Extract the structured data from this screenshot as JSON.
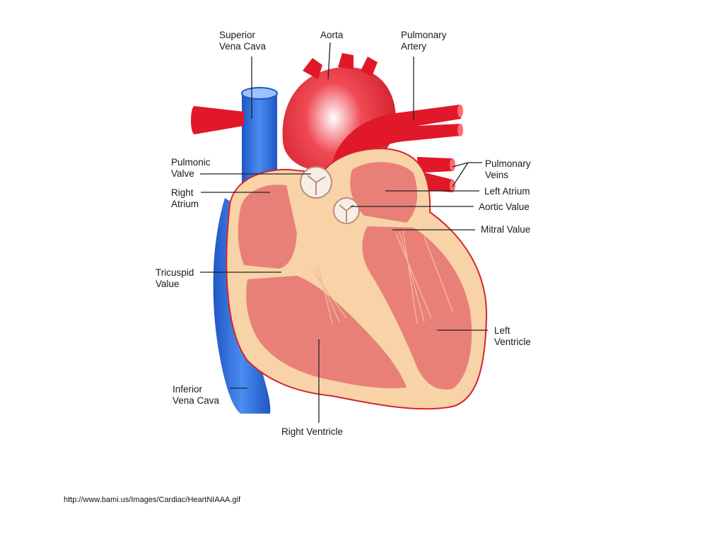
{
  "labels": {
    "superior_vena_cava": [
      "Superior",
      "Vena Cava"
    ],
    "aorta": [
      "Aorta"
    ],
    "pulmonary_artery": [
      "Pulmonary",
      "Artery"
    ],
    "pulmonary_veins": [
      "Pulmonary",
      "Veins"
    ],
    "pulmonic_valve": [
      "Pulmonic",
      "Valve"
    ],
    "right_atrium": [
      "Right",
      "Atrium"
    ],
    "left_atrium": [
      "Left Atrium"
    ],
    "aortic_value": [
      "Aortic Value"
    ],
    "mitral_value": [
      "Mitral Value"
    ],
    "tricuspid_value": [
      "Tricuspid",
      "Value"
    ],
    "left_ventricle": [
      "Left",
      "Ventricle"
    ],
    "inferior_vena_cava": [
      "Inferior",
      "Vena Cava"
    ],
    "right_ventricle": [
      "Right Ventricle"
    ]
  },
  "source_url": "http://www.bami.us/Images/Cardiac/HeartNIAAA.gif",
  "colors": {
    "vein_blue": "#2f6fd6",
    "artery_red": "#e0182a",
    "tissue_pink": "#e98078",
    "wall_cream": "#f8d3a8"
  }
}
